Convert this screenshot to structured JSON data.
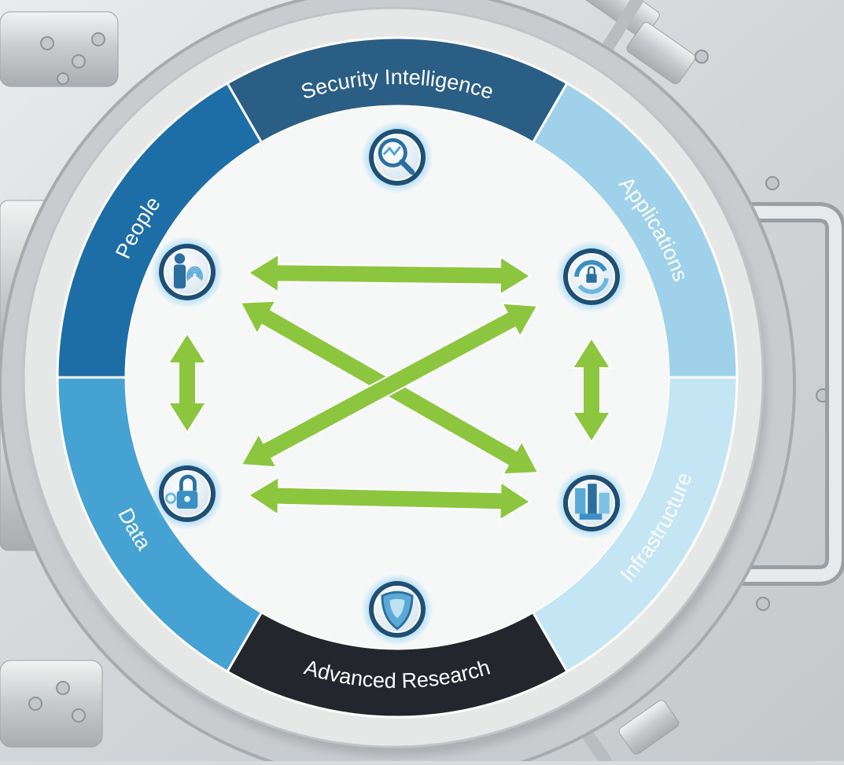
{
  "diagram": {
    "segments": [
      {
        "id": "security-intelligence",
        "label": "Security Intelligence",
        "color": "#2b5e84",
        "icon": "magnifier-chart-icon"
      },
      {
        "id": "applications",
        "label": "Applications",
        "color": "#9fd2ea",
        "icon": "refresh-lock-icon"
      },
      {
        "id": "infrastructure",
        "label": "Infrastructure",
        "color": "#c4e5f3",
        "icon": "server-rack-icon"
      },
      {
        "id": "advanced-research",
        "label": "Advanced Research",
        "color": "#23262d",
        "icon": "shield-icon"
      },
      {
        "id": "data",
        "label": "Data",
        "color": "#46a2d2",
        "icon": "padlock-icon"
      },
      {
        "id": "people",
        "label": "People",
        "color": "#1d6ea6",
        "icon": "person-fingerprint-icon"
      }
    ],
    "connections": [
      {
        "from": "people",
        "to": "applications"
      },
      {
        "from": "data",
        "to": "infrastructure"
      },
      {
        "from": "people",
        "to": "data"
      },
      {
        "from": "applications",
        "to": "infrastructure"
      },
      {
        "from": "people",
        "to": "infrastructure"
      },
      {
        "from": "data",
        "to": "applications"
      }
    ],
    "colors": {
      "arrow": "#8cc63f",
      "inner_circle": "#f6f8f8",
      "bezel": "#e6e8e8",
      "door_metal": "#cfd2d4"
    }
  }
}
